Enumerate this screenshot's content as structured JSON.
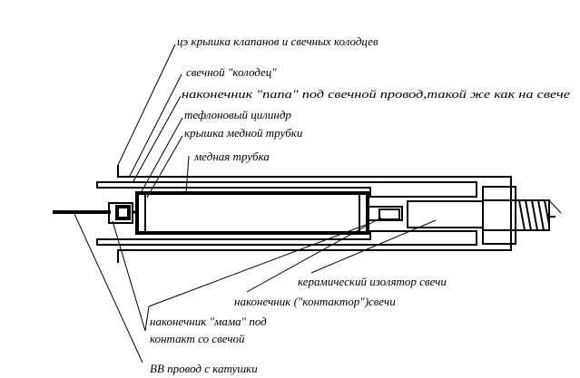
{
  "labels": {
    "valve_cover": "цэ крышка клапанов и свечных колодцев",
    "plug_well": "свечной \"колодец\"",
    "male_terminal": "наконечник \"папа\" под свечной провод,такой же как на свече",
    "teflon_cylinder": "тефлоновый цилиндр",
    "tube_cap": "крышка медной трубки",
    "copper_tube": "медная трубка",
    "ceramic_insulator": "керамический изолятор свечи",
    "plug_terminal": "наконечник (\"контактор\")свечи",
    "female_terminal_line1": "наконечник \"мама\" под",
    "female_terminal_line2": "контакт со свечой",
    "hv_wire": "ВВ провод с катушки"
  },
  "colors": {
    "ink": "#000000",
    "background": "#ffffff"
  }
}
